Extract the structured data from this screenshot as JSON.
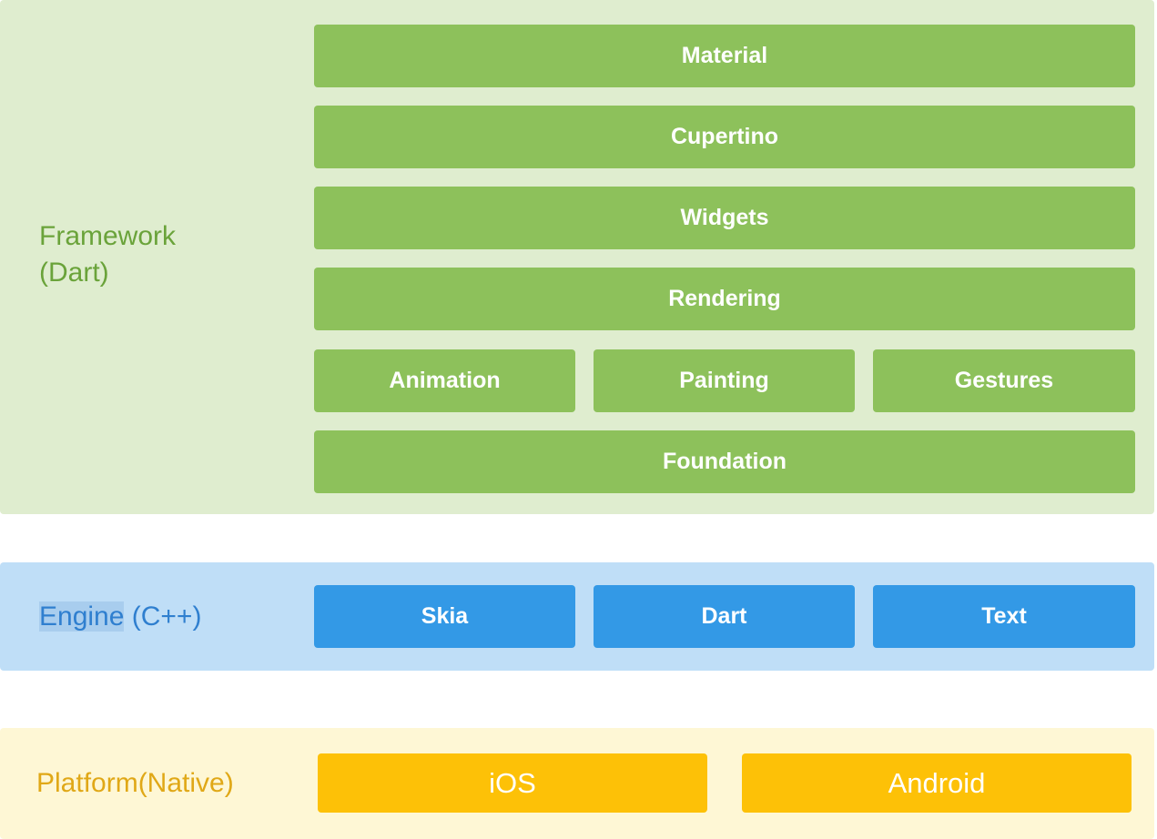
{
  "framework": {
    "label_line1": "Framework",
    "label_line2": "(Dart)",
    "blocks": {
      "material": "Material",
      "cupertino": "Cupertino",
      "widgets": "Widgets",
      "rendering": "Rendering",
      "animation": "Animation",
      "painting": "Painting",
      "gestures": "Gestures",
      "foundation": "Foundation"
    }
  },
  "engine": {
    "label_highlighted": "Engine",
    "label_rest": " (C++)",
    "blocks": {
      "skia": "Skia",
      "dart": "Dart",
      "text": "Text"
    }
  },
  "platform": {
    "label": "Platform(Native)",
    "blocks": {
      "ios": "iOS",
      "android": "Android"
    }
  },
  "colors": {
    "framework_bg": "#dfedcf",
    "framework_block": "#8dc15b",
    "framework_text": "#6aa33a",
    "engine_bg": "#bfdef7",
    "engine_block": "#3399e6",
    "engine_text": "#2f7fcf",
    "platform_bg": "#fef7d5",
    "platform_block": "#fdc107",
    "platform_text": "#e0a817"
  }
}
